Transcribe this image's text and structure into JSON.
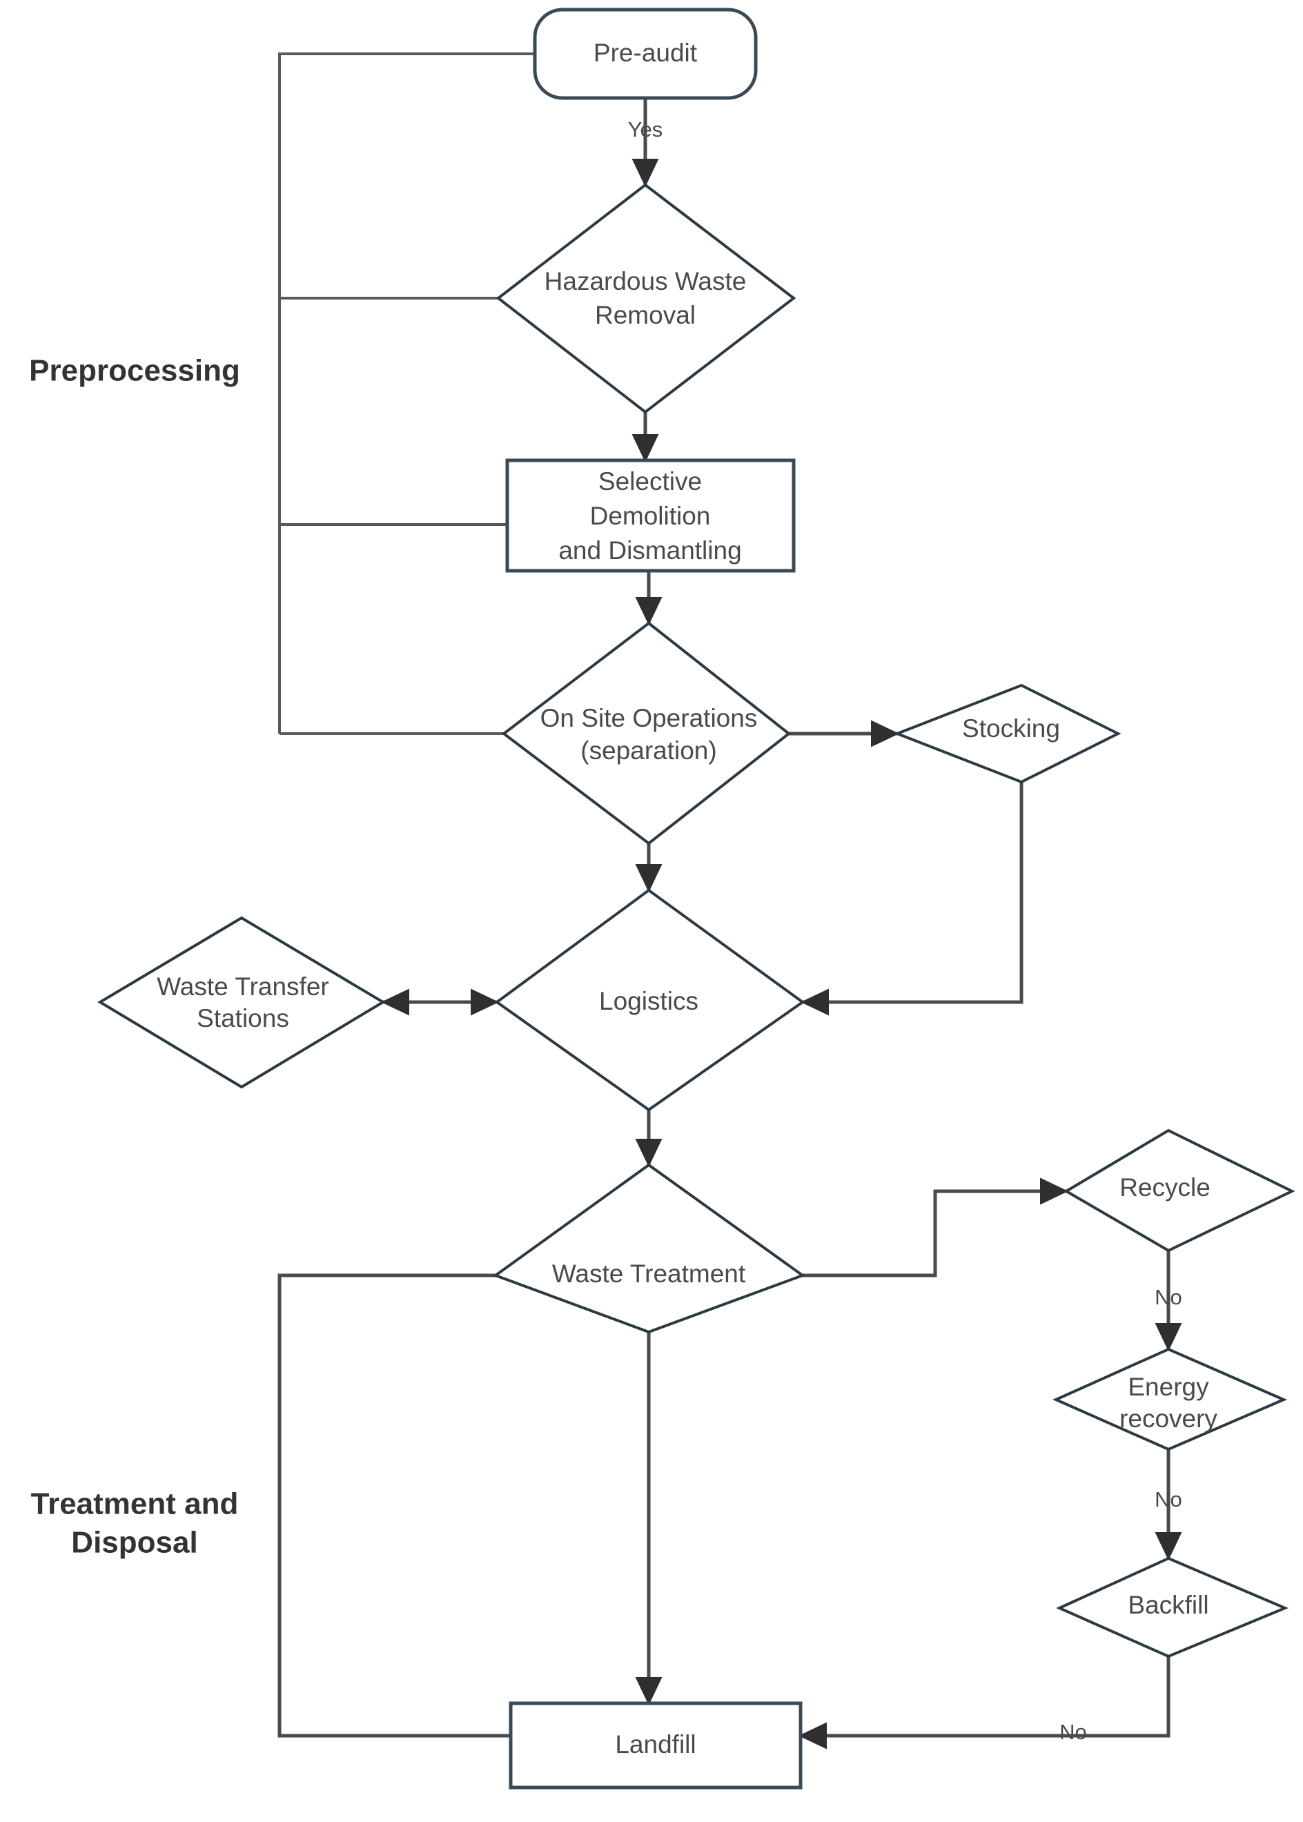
{
  "diagram": {
    "title": "Construction and Demolition Waste Management Flowchart",
    "colors": {
      "background": "#ffffff",
      "shape_stroke": "#2b3a42",
      "connector": "#4a4a4a",
      "text": "#4a4a4a",
      "phase_text": "#333333"
    },
    "phases": [
      {
        "id": "phase-preprocessing",
        "label": "Preprocessing"
      },
      {
        "id": "phase-treatment",
        "label_line1": "Treatment and",
        "label_line2": "Disposal"
      }
    ],
    "nodes": [
      {
        "id": "pre-audit",
        "shape": "rounded-rectangle",
        "label": "Pre-audit"
      },
      {
        "id": "hazardous-waste",
        "shape": "diamond",
        "label_line1": "Hazardous Waste",
        "label_line2": "Removal"
      },
      {
        "id": "selective-demolition",
        "shape": "rectangle",
        "label_line1": "Selective",
        "label_line2": "Demolition",
        "label_line3": "and Dismantling"
      },
      {
        "id": "on-site-operations",
        "shape": "diamond",
        "label_line1": "On Site Operations",
        "label_line2": "(separation)"
      },
      {
        "id": "stocking",
        "shape": "diamond",
        "label": "Stocking"
      },
      {
        "id": "waste-transfer",
        "shape": "diamond",
        "label_line1": "Waste Transfer",
        "label_line2": "Stations"
      },
      {
        "id": "logistics",
        "shape": "diamond",
        "label": "Logistics"
      },
      {
        "id": "waste-treatment",
        "shape": "diamond",
        "label": "Waste Treatment"
      },
      {
        "id": "recycle",
        "shape": "diamond",
        "label": "Recycle"
      },
      {
        "id": "energy-recovery",
        "shape": "diamond",
        "label_line1": "Energy",
        "label_line2": "recovery"
      },
      {
        "id": "backfill",
        "shape": "diamond",
        "label": "Backfill"
      },
      {
        "id": "landfill",
        "shape": "rectangle",
        "label": "Landfill"
      }
    ],
    "edge_labels": [
      {
        "id": "edge-pre-audit-yes",
        "from": "pre-audit",
        "to": "hazardous-waste",
        "label": "Yes"
      },
      {
        "id": "edge-recycle-no",
        "from": "recycle",
        "to": "energy-recovery",
        "label": "No"
      },
      {
        "id": "edge-energy-recovery-no",
        "from": "energy-recovery",
        "to": "backfill",
        "label": "No"
      },
      {
        "id": "edge-backfill-no",
        "from": "backfill",
        "to": "landfill",
        "label": "No"
      }
    ]
  }
}
